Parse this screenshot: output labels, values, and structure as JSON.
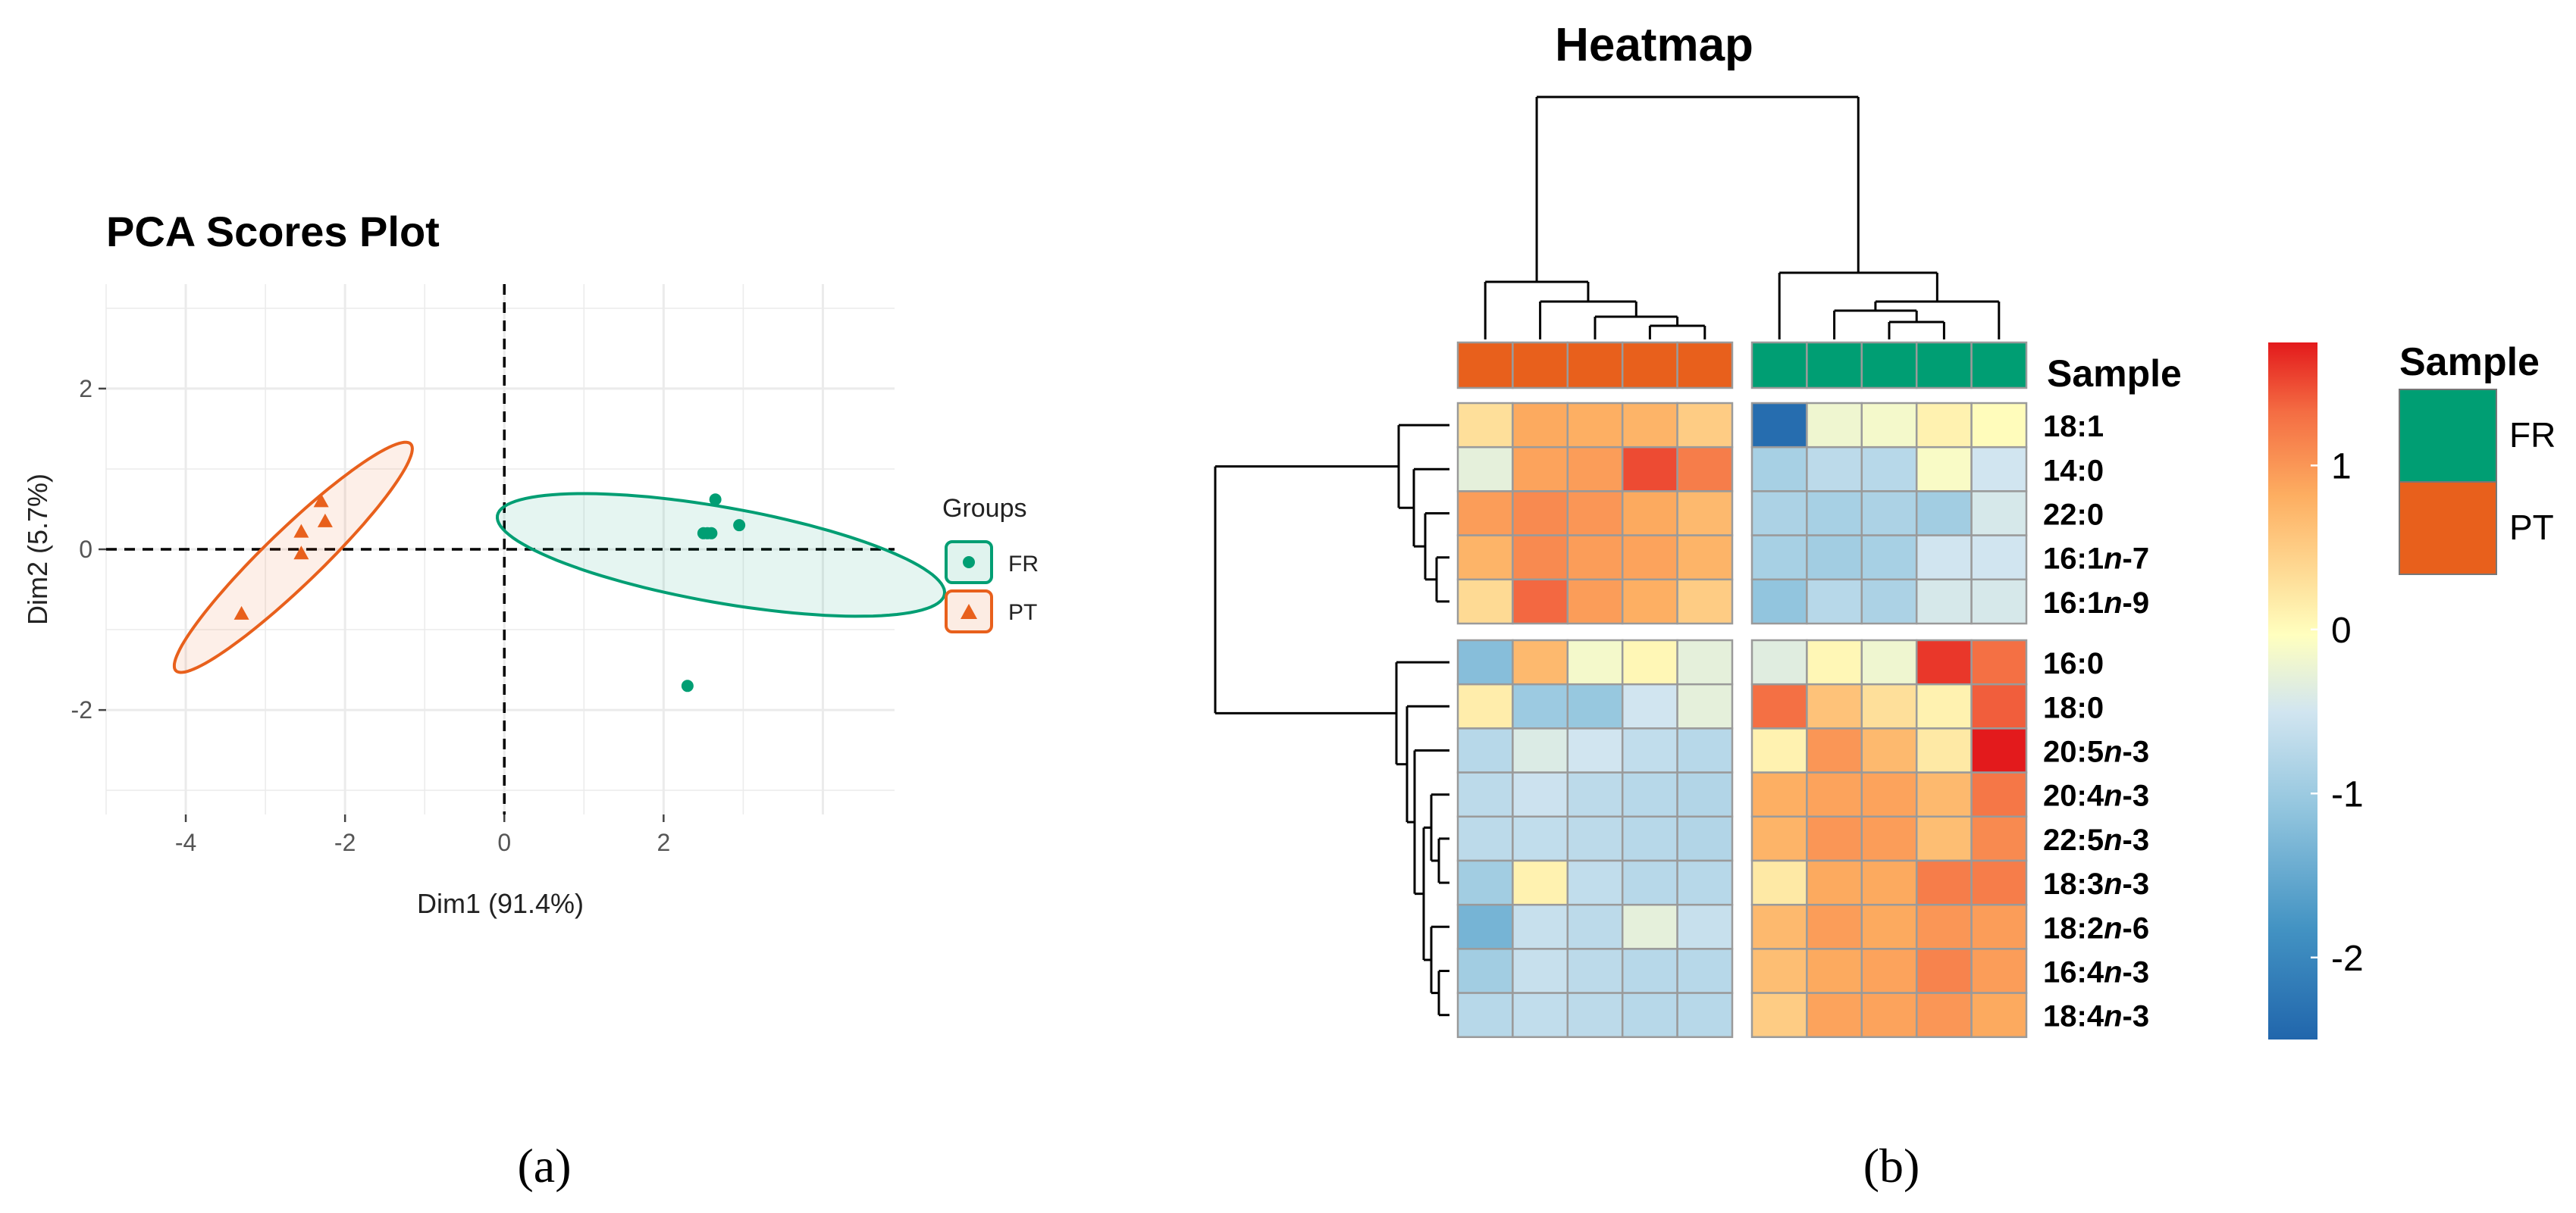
{
  "colors": {
    "FR": "#009E73",
    "PT": "#E8601C",
    "PT_fill": "#E8601C",
    "FR_fill": "#009E73",
    "grid": "#ebebeb",
    "cell_border": "#9a9a9a",
    "tree": "#000000",
    "scale": [
      "#2166ac",
      "#4393c3",
      "#92c5de",
      "#d1e5f0",
      "#ffffbf",
      "#fdae61",
      "#f46d43",
      "#e31a1c"
    ]
  },
  "panel_a": {
    "caption": "(a)",
    "chart_data": {
      "type": "scatter",
      "title": "PCA Scores Plot",
      "xlabel": "Dim1 (91.4%)",
      "ylabel": "Dim2 (5.7%)",
      "xlim": [
        -5.0,
        4.9
      ],
      "ylim": [
        -3.3,
        3.3
      ],
      "xticks": [
        -4,
        -2,
        0,
        2
      ],
      "yticks": [
        -2,
        0,
        2
      ],
      "grid": true,
      "reference_lines": {
        "x": 0,
        "y": 0,
        "style": "dashed"
      },
      "legend": {
        "title": "Groups",
        "position": "right",
        "entries": [
          "FR",
          "PT"
        ]
      },
      "series": [
        {
          "name": "FR",
          "marker": "circle",
          "points": [
            [
              2.65,
              0.62
            ],
            [
              2.95,
              0.3
            ],
            [
              2.5,
              0.2
            ],
            [
              2.55,
              0.2
            ],
            [
              2.6,
              0.2
            ],
            [
              2.3,
              -1.7
            ]
          ],
          "ellipse": {
            "center": [
              2.72,
              -0.07
            ],
            "rx": 0.6,
            "ry": 2.85,
            "angle_deg": 80
          }
        },
        {
          "name": "PT",
          "marker": "triangle",
          "points": [
            [
              -2.3,
              0.6
            ],
            [
              -2.25,
              0.35
            ],
            [
              -2.55,
              0.22
            ],
            [
              -2.55,
              -0.05
            ],
            [
              -3.3,
              -0.8
            ]
          ],
          "ellipse": {
            "center": [
              -2.65,
              -0.1
            ],
            "rx": 2.05,
            "ry": 0.35,
            "angle_deg": 44
          }
        }
      ]
    }
  },
  "panel_b": {
    "caption": "(b)",
    "chart_data": {
      "type": "heatmap",
      "title": "Heatmap",
      "annotation_label": "Sample",
      "columns": [
        "PT",
        "PT",
        "PT",
        "PT",
        "PT",
        "FR",
        "FR",
        "FR",
        "FR",
        "FR"
      ],
      "column_groups": [
        "PT",
        "FR"
      ],
      "rows": [
        "18:1",
        "14:0",
        "22:0",
        "16:1n-7",
        "16:1n-9",
        "16:0",
        "18:0",
        "20:5n-3",
        "20:4n-3",
        "22:5n-3",
        "18:3n-3",
        "18:2n-6",
        "16:4n-3",
        "18:4n-3"
      ],
      "row_label_parts": [
        [
          "18:1",
          ""
        ],
        [
          "14:0",
          ""
        ],
        [
          "22:0",
          ""
        ],
        [
          "16:1",
          "n",
          "-7"
        ],
        [
          "16:1",
          "n",
          "-9"
        ],
        [
          "16:0",
          ""
        ],
        [
          "18:0",
          ""
        ],
        [
          "20:5",
          "n",
          "-3"
        ],
        [
          "20:4",
          "n",
          "-3"
        ],
        [
          "22:5",
          "n",
          "-3"
        ],
        [
          "18:3",
          "n",
          "-3"
        ],
        [
          "18:2",
          "n",
          "-6"
        ],
        [
          "16:4",
          "n",
          "-3"
        ],
        [
          "18:4",
          "n",
          "-3"
        ]
      ],
      "row_split_after": 5,
      "col_split_after": 5,
      "values": [
        [
          0.3,
          0.85,
          0.8,
          0.75,
          0.5,
          -2.4,
          -0.2,
          -0.15,
          0.1,
          0.0
        ],
        [
          -0.3,
          0.9,
          0.95,
          1.5,
          1.2,
          -0.9,
          -0.7,
          -0.75,
          -0.1,
          -0.5
        ],
        [
          0.95,
          1.1,
          1.0,
          0.85,
          0.7,
          -0.85,
          -0.9,
          -0.85,
          -0.95,
          -0.45
        ],
        [
          0.75,
          1.1,
          0.95,
          0.9,
          0.75,
          -0.9,
          -0.95,
          -0.9,
          -0.5,
          -0.5
        ],
        [
          0.35,
          1.35,
          0.95,
          0.8,
          0.5,
          -1.1,
          -0.75,
          -0.85,
          -0.45,
          -0.45
        ],
        [
          -1.2,
          0.7,
          -0.15,
          0.05,
          -0.3,
          -0.35,
          0.05,
          -0.2,
          1.6,
          1.3
        ],
        [
          0.15,
          -1.0,
          -1.05,
          -0.5,
          -0.3,
          1.3,
          0.6,
          0.3,
          0.1,
          1.4
        ],
        [
          -0.75,
          -0.4,
          -0.5,
          -0.65,
          -0.75,
          0.1,
          1.0,
          0.7,
          0.2,
          1.75
        ],
        [
          -0.7,
          -0.55,
          -0.7,
          -0.75,
          -0.8,
          0.8,
          0.9,
          0.9,
          0.7,
          1.25
        ],
        [
          -0.7,
          -0.65,
          -0.7,
          -0.75,
          -0.8,
          0.75,
          1.0,
          0.95,
          0.65,
          1.1
        ],
        [
          -0.95,
          0.1,
          -0.65,
          -0.75,
          -0.75,
          0.2,
          0.85,
          0.85,
          1.2,
          1.2
        ],
        [
          -1.35,
          -0.6,
          -0.7,
          -0.3,
          -0.6,
          0.7,
          0.95,
          0.85,
          1.0,
          0.95
        ],
        [
          -0.95,
          -0.6,
          -0.7,
          -0.75,
          -0.75,
          0.65,
          0.85,
          0.9,
          1.15,
          0.95
        ],
        [
          -0.75,
          -0.65,
          -0.7,
          -0.75,
          -0.75,
          0.5,
          0.9,
          0.9,
          1.0,
          0.85
        ]
      ],
      "colorbar": {
        "range": [
          -2.5,
          1.75
        ],
        "ticks": [
          1,
          0,
          -1,
          -2
        ]
      },
      "legend": {
        "title": "Sample",
        "position": "right",
        "entries": [
          "FR",
          "PT"
        ]
      }
    }
  }
}
